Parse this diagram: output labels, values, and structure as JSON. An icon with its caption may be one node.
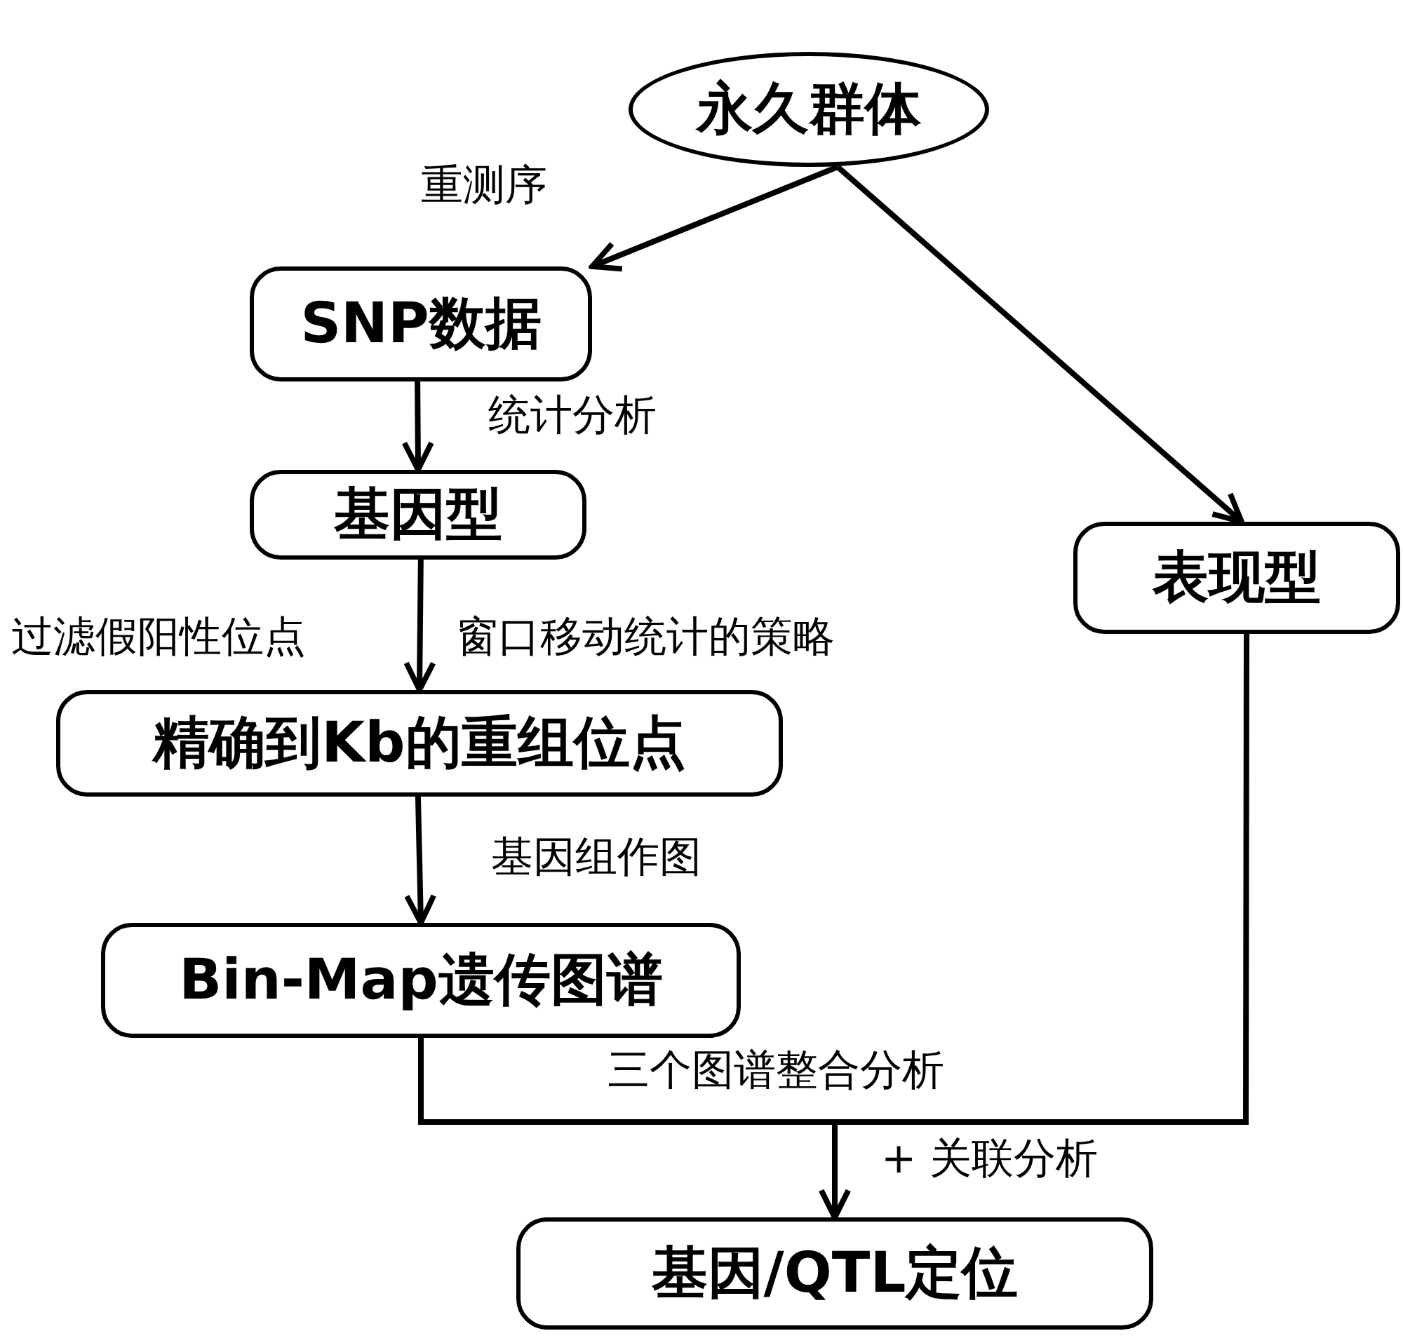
{
  "diagram": {
    "nodes": [
      {
        "text": [
          "永久群体"
        ]
      },
      {
        "text": [
          "SNP数据"
        ]
      },
      {
        "text": [
          "基因型"
        ]
      },
      {
        "text": [
          "表现型"
        ]
      },
      {
        "text": [
          "精确到Kb的重组位点"
        ]
      },
      {
        "text": [
          "Bin-Map遗传图谱"
        ]
      },
      {
        "text": [
          "基因/QTL定位"
        ]
      }
    ],
    "edges": [
      {
        "from": 0,
        "to": 1,
        "arrow": "to",
        "label": "重测序"
      },
      {
        "from": 0,
        "to": 3,
        "arrow": "to"
      },
      {
        "from": 1,
        "to": 2,
        "arrow": "to",
        "label": "统计分析"
      },
      {
        "from": 2,
        "to": 4,
        "arrow": "to",
        "label": "过滤假阳性位点"
      },
      {
        "from": 4,
        "to": 5,
        "arrow": "to",
        "label": "基因组作图"
      },
      {
        "from": 5,
        "to": 6,
        "arrow": "to",
        "label": "三个图谱整合分析"
      },
      {
        "from": 3,
        "to": 6,
        "arrow": "to"
      }
    ],
    "labels": [
      "窗口移动统计的策略",
      "+ 关联分析"
    ]
  }
}
